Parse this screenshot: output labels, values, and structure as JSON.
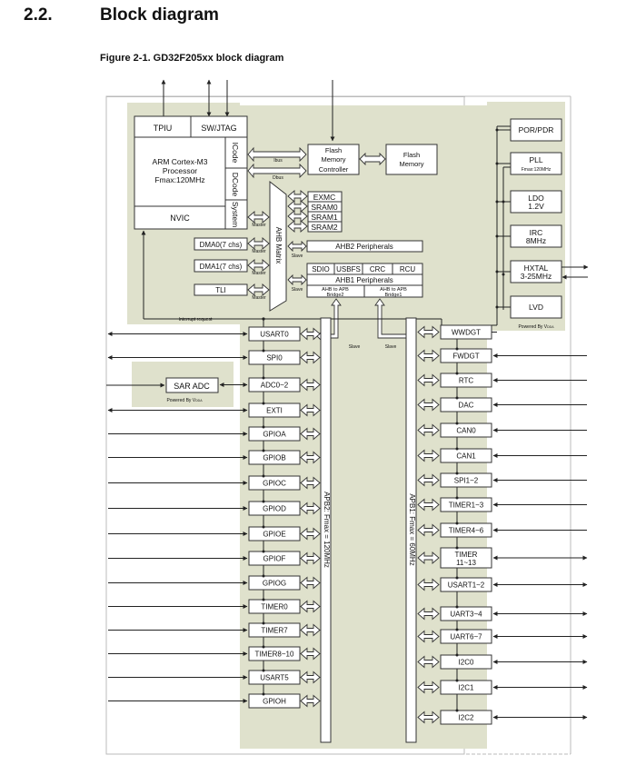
{
  "header": {
    "section_number": "2.2.",
    "section_title": "Block diagram",
    "figure_caption": "Figure 2-1. GD32F205xx block diagram"
  },
  "core": {
    "tpiu": "TPIU",
    "swjtag": "SW/JTAG",
    "cpu_line1": "ARM Cortex-M3",
    "cpu_line2": "Processor",
    "cpu_line3": "Fmax:120MHz",
    "nvic": "NVIC",
    "icode": "ICode",
    "dcode": "DCode",
    "system": "System",
    "ibus": "Ibus",
    "dbus": "Dbus",
    "interrupt_request": "Interrupt request"
  },
  "flash": {
    "controller_line1": "Flash",
    "controller_line2": "Memory",
    "controller_line3": "Controller",
    "memory_line1": "Flash",
    "memory_line2": "Memory"
  },
  "ahb": {
    "matrix": "AHB Matrix",
    "master": "Master",
    "slave": "Slave",
    "memories": [
      "EXMC",
      "SRAM0",
      "SRAM1",
      "SRAM2"
    ],
    "ahb2_peripherals": "AHB2 Peripherals",
    "ahb1_sub": [
      "SDIO",
      "USBFS",
      "CRC",
      "RCU"
    ],
    "ahb1_peripherals": "AHB1 Peripherals",
    "bridge2_line1": "AHB to APB",
    "bridge2_line2": "Bridge2",
    "bridge1_line1": "AHB to APB",
    "bridge1_line2": "Bridge1",
    "dma0": "DMA0(7 chs)",
    "dma1": "DMA1(7 chs)",
    "tli": "TLI"
  },
  "power": {
    "por_pdr": "POR/PDR",
    "pll": "PLL",
    "pll_sub": "Fmax:120MHz",
    "ldo_line1": "LDO",
    "ldo_line2": "1.2V",
    "irc_line1": "IRC",
    "irc_line2": "8MHz",
    "hxtal_line1": "HXTAL",
    "hxtal_line2": "3-25MHz",
    "lvd": "LVD",
    "powered_by": "Powered By V",
    "powered_by_sub": "DDA"
  },
  "adc": {
    "sar_adc": "SAR ADC",
    "powered_by": "Powered By V",
    "powered_by_sub": "DDA"
  },
  "apb2": {
    "bus_label": "APB2: Fmax = 120MHz",
    "peripherals": [
      "USART0",
      "SPI0",
      "ADC0~2",
      "EXTI",
      "GPIOA",
      "GPIOB",
      "GPIOC",
      "GPIOD",
      "GPIOE",
      "GPIOF",
      "GPIOG",
      "TIMER0",
      "TIMER7",
      "TIMER8~10",
      "USART5",
      "GPIOH"
    ]
  },
  "apb1": {
    "bus_label": "APB1: Fmax = 60MHz",
    "peripherals": [
      "WWDGT",
      "FWDGT",
      "RTC",
      "DAC",
      "CAN0",
      "CAN1",
      "SPI1~2",
      "TIMER1~3",
      "TIMER4~6",
      "TIMER 11~13",
      "USART1~2",
      "UART3~4",
      "UART6~7",
      "I2C0",
      "I2C1",
      "I2C2"
    ]
  }
}
